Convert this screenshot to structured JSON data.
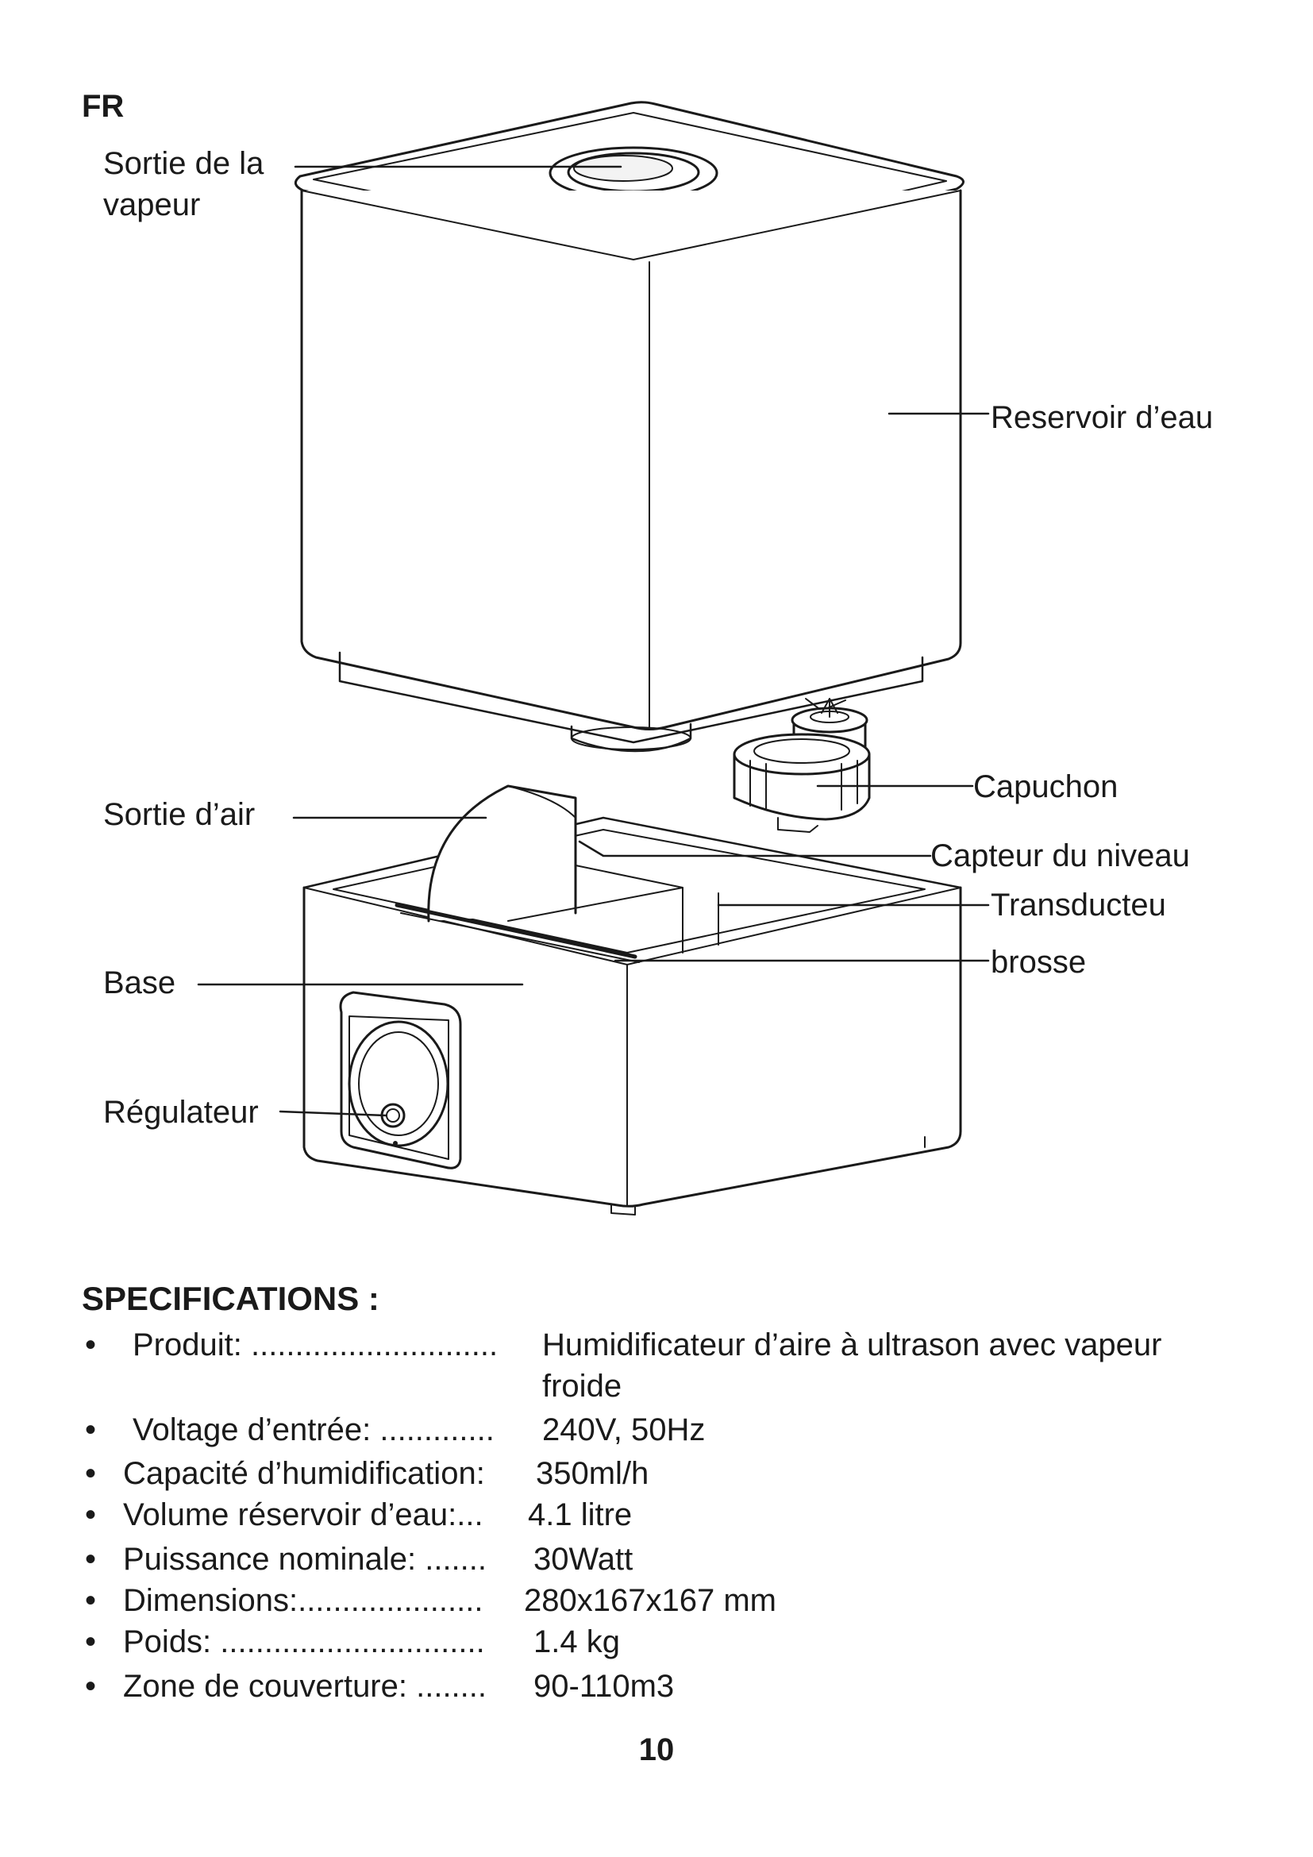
{
  "header": {
    "language_code": "FR"
  },
  "diagram": {
    "labels": {
      "steam_outlet": [
        "Sortie de la",
        "vapeur"
      ],
      "water_tank": "Reservoir d’eau",
      "cap": "Capuchon",
      "air_outlet": "Sortie d’air",
      "level_sensor": "Capteur du niveau",
      "transducer": "Transducteu",
      "brush": "brosse",
      "base": "Base",
      "regulator": "Régulateur"
    }
  },
  "specifications": {
    "title": "SPECIFICATIONS :",
    "bullet": "•",
    "items": [
      {
        "label": "Produit: ............................",
        "value": "Humidificateur d’aire à ultrason avec vapeur",
        "value_cont": "froide"
      },
      {
        "label": "Voltage d’entrée: .............",
        "value": "240V, 50Hz"
      },
      {
        "label": "Capacité d’humidification:",
        "value": "350ml/h"
      },
      {
        "label": "Volume réservoir d’eau:...",
        "value": "4.1 litre"
      },
      {
        "label": "Puissance nominale: .......",
        "value": "30Watt"
      },
      {
        "label": "Dimensions:.....................",
        "value": "280x167x167 mm"
      },
      {
        "label": "Poids: ..............................",
        "value": "1.4 kg"
      },
      {
        "label": "Zone de couverture: ........",
        "value": "90-110m3"
      }
    ]
  },
  "footer": {
    "page_number": "10"
  }
}
